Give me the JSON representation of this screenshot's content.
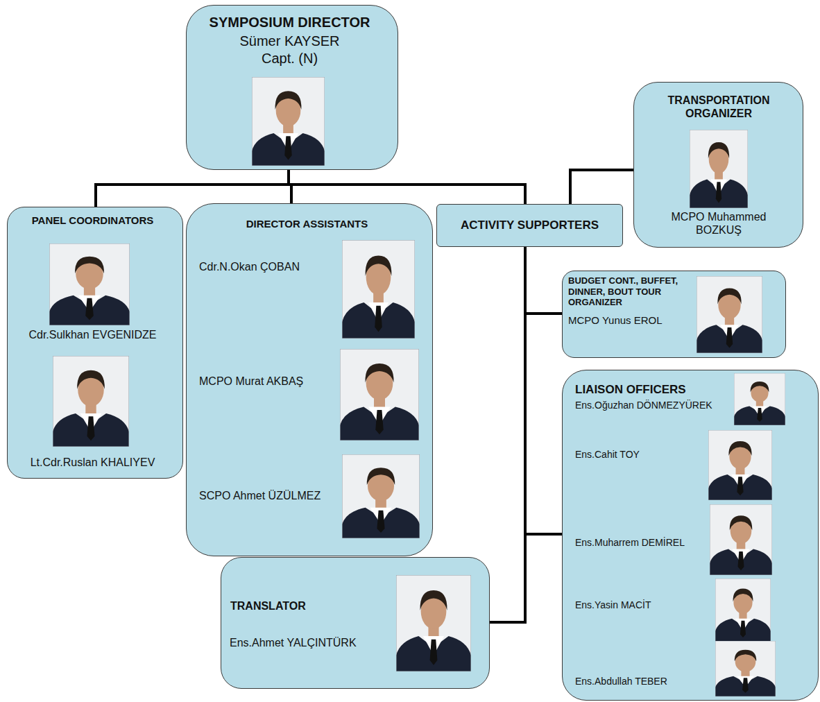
{
  "diagram": {
    "nodes": [
      {
        "text": [
          "SYMPOSIUM DIRECTOR",
          "Sümer KAYSER",
          "Capt. (N)"
        ]
      },
      {
        "text": [
          "TRANSPORTATION ORGANIZER",
          "MCPO Muhammed BOZKUŞ"
        ]
      },
      {
        "text": [
          "PANEL COORDINATORS",
          "Cdr.Sulkhan EVGENIDZE",
          "Lt.Cdr.Ruslan KHALIYEV"
        ]
      },
      {
        "text": [
          "DIRECTOR ASSISTANTS",
          "Cdr.N.Okan ÇOBAN",
          "MCPO Murat AKBAŞ",
          "SCPO Ahmet ÜZÜLMEZ"
        ]
      },
      {
        "text": [
          "ACTIVITY SUPPORTERS"
        ]
      },
      {
        "text": [
          "BUDGET CONT., BUFFET, DINNER, BOUT TOUR ORGANIZER",
          "MCPO Yunus EROL"
        ]
      },
      {
        "text": [
          "LIAISON OFFICERS",
          "Ens.Oğuzhan DÖNMEZYÜREK",
          "Ens.Cahit TOY",
          "Ens.Muharrem DEMİREL",
          "Ens.Yasin MACİT",
          "Ens.Abdullah TEBER"
        ]
      },
      {
        "text": [
          "TRANSLATOR",
          "Ens.Ahmet YALÇINTÜRK"
        ]
      }
    ],
    "edges": [
      {
        "from": 0,
        "to": 2,
        "arrow": "none"
      },
      {
        "from": 0,
        "to": 3,
        "arrow": "none"
      },
      {
        "from": 0,
        "to": 4,
        "arrow": "none"
      },
      {
        "from": 4,
        "to": 1,
        "arrow": "none"
      },
      {
        "from": 4,
        "to": 5,
        "arrow": "none"
      },
      {
        "from": 4,
        "to": 6,
        "arrow": "none"
      },
      {
        "from": 4,
        "to": 7,
        "arrow": "none"
      }
    ]
  }
}
